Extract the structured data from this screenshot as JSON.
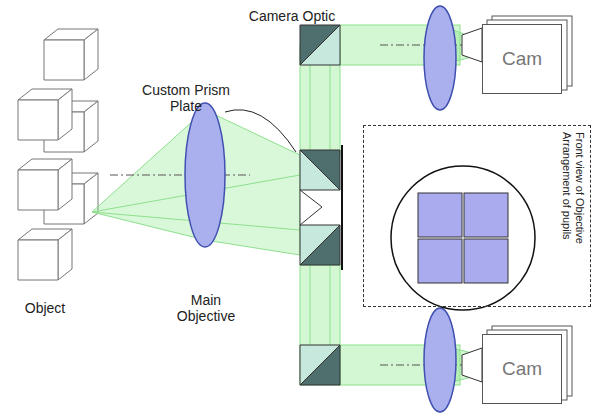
{
  "diagram": {
    "nodes": [
      {
        "text": [
          "Cam"
        ]
      },
      {
        "text": [
          "Front view of Objective Arrangement of pupils"
        ]
      },
      {
        "text": [
          "Cam"
        ]
      }
    ],
    "labels": [
      "Camera Optic",
      "Custom Prism Plate",
      "Object",
      "Main Objective"
    ]
  }
}
